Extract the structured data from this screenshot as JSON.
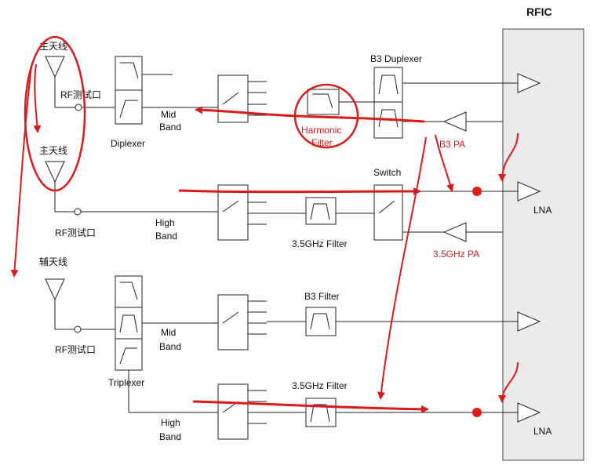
{
  "rfic_label": "RFIC",
  "antennas": {
    "main1": "主天线",
    "main2": "主天线",
    "aux": "辅天线"
  },
  "test_ports": {
    "p1": "RF测试口",
    "p2": "RF测试口",
    "p3": "RF测试口"
  },
  "blocks": {
    "diplexer": "Diplexer",
    "triplexer": "Triplexer",
    "b3_duplexer": "B3 Duplexer",
    "switch": "Switch",
    "filter_35_top": "3.5GHz Filter",
    "b3_filter": "B3 Filter",
    "filter_35_bottom": "3.5GHz Filter"
  },
  "band_labels": {
    "mid1_a": "Mid",
    "mid1_b": "Band",
    "high1_a": "High",
    "high1_b": "Band",
    "mid2_a": "Mid",
    "mid2_b": "Band",
    "high2_a": "High",
    "high2_b": "Band"
  },
  "amps": {
    "lna1": "LNA",
    "lna2": "LNA"
  },
  "annotations": {
    "harmonic_a": "Harmonic",
    "harmonic_b": "Filter",
    "b3_pa": "B3 PA",
    "pa_35": "3.5GHz PA"
  },
  "colors": {
    "annotation": "#d81b1b",
    "rfic_fill": "#ebebeb",
    "line": "#222222"
  }
}
